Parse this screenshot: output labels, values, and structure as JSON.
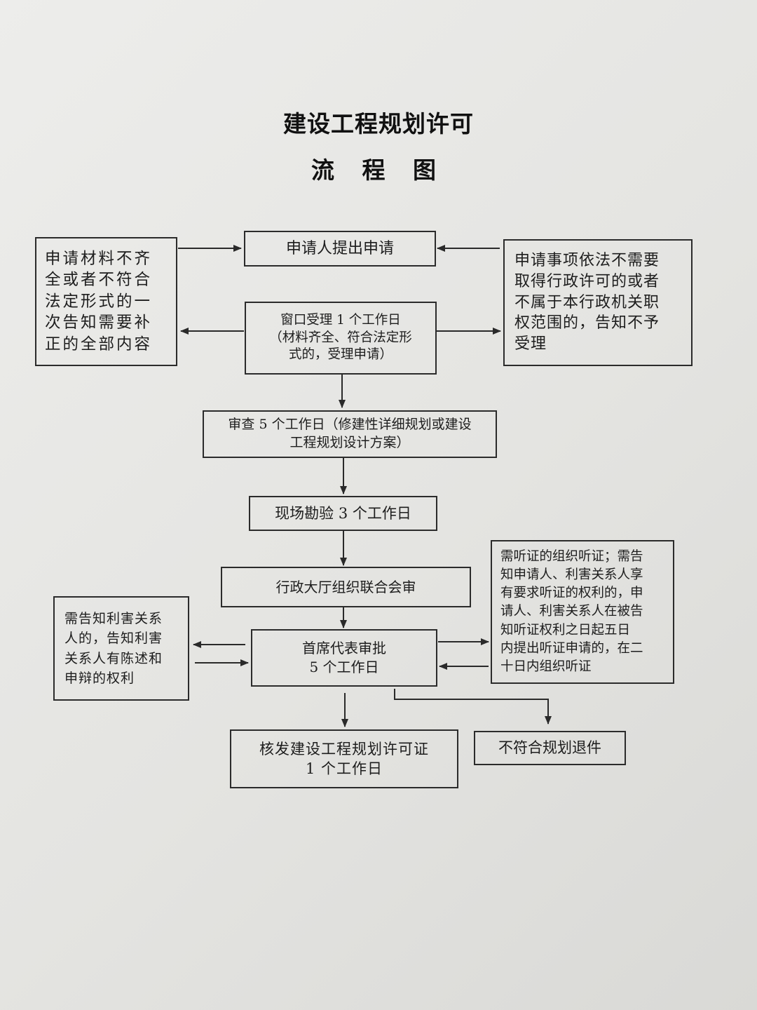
{
  "title": "建设工程规划许可",
  "subtitle": "流 程 图",
  "nodes": {
    "apply": "申请人提出申请",
    "incomplete": "申请材料不齐\n全或者不符合\n法定形式的一\n次告知需要补\n正的全部内容",
    "not_required": "申请事项依法不需要\n取得行政许可的或者\n不属于本行政机关职\n权范围的，告知不予\n受理",
    "window": "窗口受理 1 个工作日\n（材料齐全、符合法定形\n式的，受理申请）",
    "review": "审查 5 个工作日（修建性详细规划或建设\n工程规划设计方案）",
    "survey": "现场勘验 3 个工作日",
    "joint": "行政大厅组织联合会审",
    "hearing": "需听证的组织听证；需告\n知申请人、利害关系人享\n有要求听证的权利的，申\n请人、利害关系人在被告\n知听证权利之日起五日\n内提出听证申请的，在二\n十日内组织听证",
    "stakeholder": "需告知利害关系\n人的，告知利害\n关系人有陈述和\n申辩的权利",
    "chief": "首席代表审批\n5 个工作日",
    "issue": "核发建设工程规划许可证\n1 个工作日",
    "reject": "不符合规划退件"
  }
}
